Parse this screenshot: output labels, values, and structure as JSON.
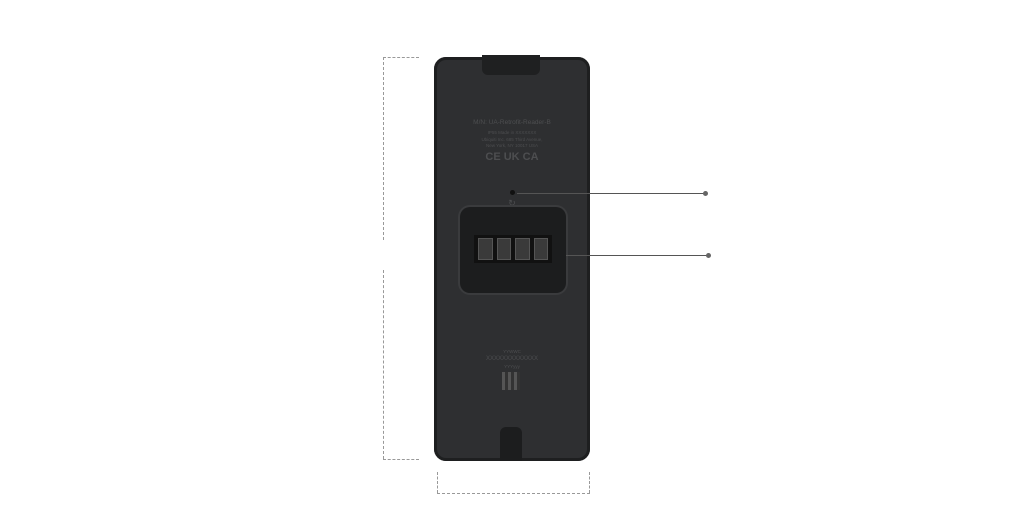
{
  "device": {
    "model_label": "M/N: UA-Retrofit-Reader-B",
    "rating_line": "IP55    Made in XXXXXXX",
    "address_line1": "Ubiquiti Inc. 685 Third Avenue,",
    "address_line2": "New York, NY 10017 USA",
    "cert_marks": "CE UK CA",
    "date_code": "YYWWC",
    "serial": "XXXXXXXXXXXXX",
    "lot": "YYYyyy",
    "body_color": "#2e2f31"
  }
}
